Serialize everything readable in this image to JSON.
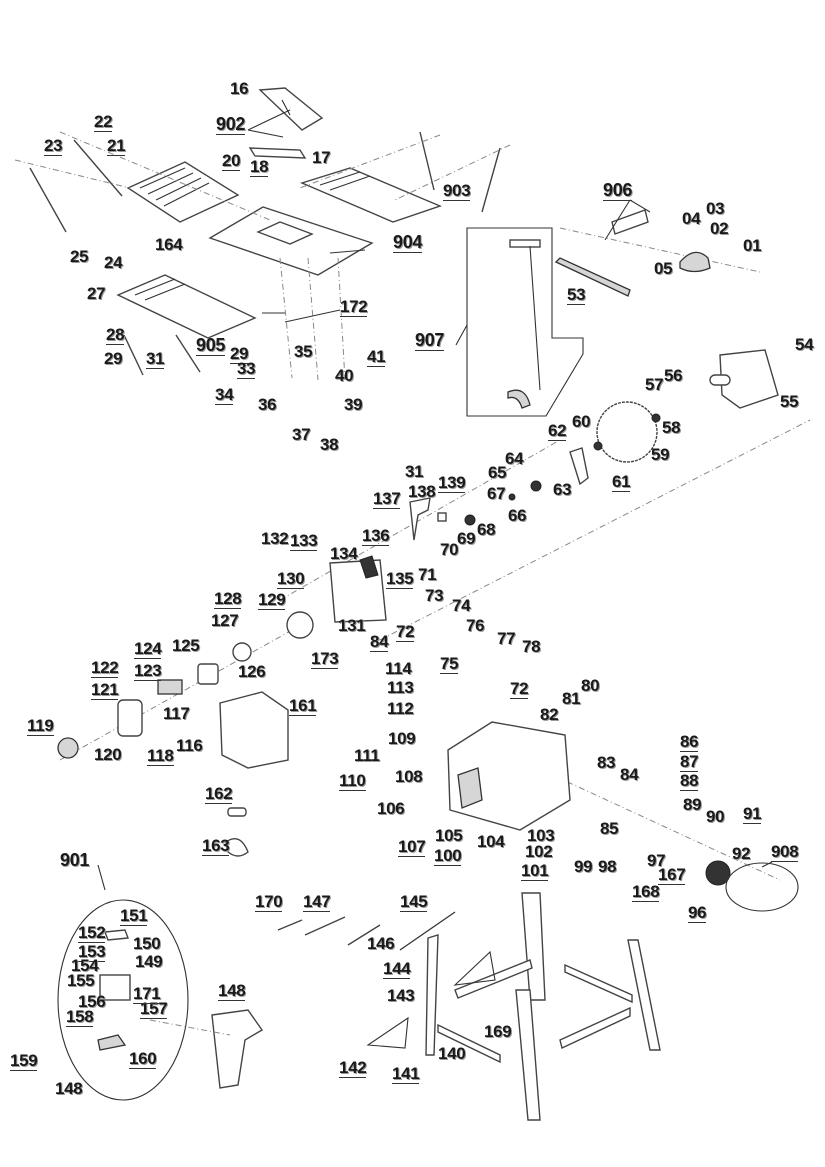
{
  "diagram": {
    "type": "exploded-parts-view",
    "subject": "table saw",
    "groups": [
      {
        "id": "901",
        "label": "901",
        "contains": [
          "149",
          "150",
          "151",
          "152",
          "153",
          "154",
          "155",
          "156",
          "157",
          "158",
          "160",
          "171"
        ]
      },
      {
        "id": "902",
        "label": "902"
      },
      {
        "id": "903",
        "label": "903"
      },
      {
        "id": "904",
        "label": "904"
      },
      {
        "id": "905",
        "label": "905"
      },
      {
        "id": "906",
        "label": "906"
      },
      {
        "id": "907",
        "label": "907"
      },
      {
        "id": "908",
        "label": "908"
      }
    ],
    "labels": {
      "p01": "01",
      "p02": "02",
      "p03": "03",
      "p04": "04",
      "p05": "05",
      "p16": "16",
      "p17": "17",
      "p18": "18",
      "p20": "20",
      "p21": "21",
      "p22": "22",
      "p23": "23",
      "p24": "24",
      "p25": "25",
      "p27": "27",
      "p28": "28",
      "p29a": "29",
      "p29b": "29",
      "p31a": "31",
      "p31b": "31",
      "p33": "33",
      "p34": "34",
      "p35": "35",
      "p36": "36",
      "p37": "37",
      "p38": "38",
      "p39": "39",
      "p40": "40",
      "p41": "41",
      "p53": "53",
      "p54": "54",
      "p55": "55",
      "p56": "56",
      "p57": "57",
      "p58": "58",
      "p59": "59",
      "p60": "60",
      "p61": "61",
      "p62": "62",
      "p63": "63",
      "p64": "64",
      "p65": "65",
      "p66": "66",
      "p67": "67",
      "p68": "68",
      "p69": "69",
      "p70": "70",
      "p71": "71",
      "p72a": "72",
      "p72b": "72",
      "p73": "73",
      "p74": "74",
      "p75": "75",
      "p76": "76",
      "p77": "77",
      "p78": "78",
      "p80": "80",
      "p81": "81",
      "p82": "82",
      "p83": "83",
      "p84a": "84",
      "p84b": "84",
      "p85": "85",
      "p86": "86",
      "p87": "87",
      "p88": "88",
      "p89": "89",
      "p90": "90",
      "p91": "91",
      "p92": "92",
      "p96": "96",
      "p97": "97",
      "p98": "98",
      "p99": "99",
      "p100": "100",
      "p101": "101",
      "p102": "102",
      "p103": "103",
      "p104": "104",
      "p105": "105",
      "p106": "106",
      "p107": "107",
      "p108": "108",
      "p109": "109",
      "p110": "110",
      "p111": "111",
      "p112": "112",
      "p113": "113",
      "p114": "114",
      "p116": "116",
      "p117": "117",
      "p118": "118",
      "p119": "119",
      "p120": "120",
      "p121": "121",
      "p122": "122",
      "p123": "123",
      "p124": "124",
      "p125": "125",
      "p126": "126",
      "p127": "127",
      "p128": "128",
      "p129": "129",
      "p130": "130",
      "p131": "131",
      "p132": "132",
      "p133": "133",
      "p134": "134",
      "p135": "135",
      "p136": "136",
      "p137": "137",
      "p138": "138",
      "p139": "139",
      "p140": "140",
      "p141": "141",
      "p142": "142",
      "p143": "143",
      "p144": "144",
      "p145": "145",
      "p146": "146",
      "p147": "147",
      "p148a": "148",
      "p148b": "148",
      "p149": "149",
      "p150": "150",
      "p151": "151",
      "p152": "152",
      "p153": "153",
      "p154": "154",
      "p155": "155",
      "p156": "156",
      "p157": "157",
      "p158": "158",
      "p159": "159",
      "p160": "160",
      "p161": "161",
      "p162": "162",
      "p163": "163",
      "p164": "164",
      "p167": "167",
      "p168": "168",
      "p169": "169",
      "p170": "170",
      "p171": "171",
      "p172": "172",
      "p173": "173",
      "g901": "901",
      "g902": "902",
      "g903": "903",
      "g904": "904",
      "g905": "905",
      "g906": "906",
      "g907": "907",
      "g908": "908"
    }
  }
}
